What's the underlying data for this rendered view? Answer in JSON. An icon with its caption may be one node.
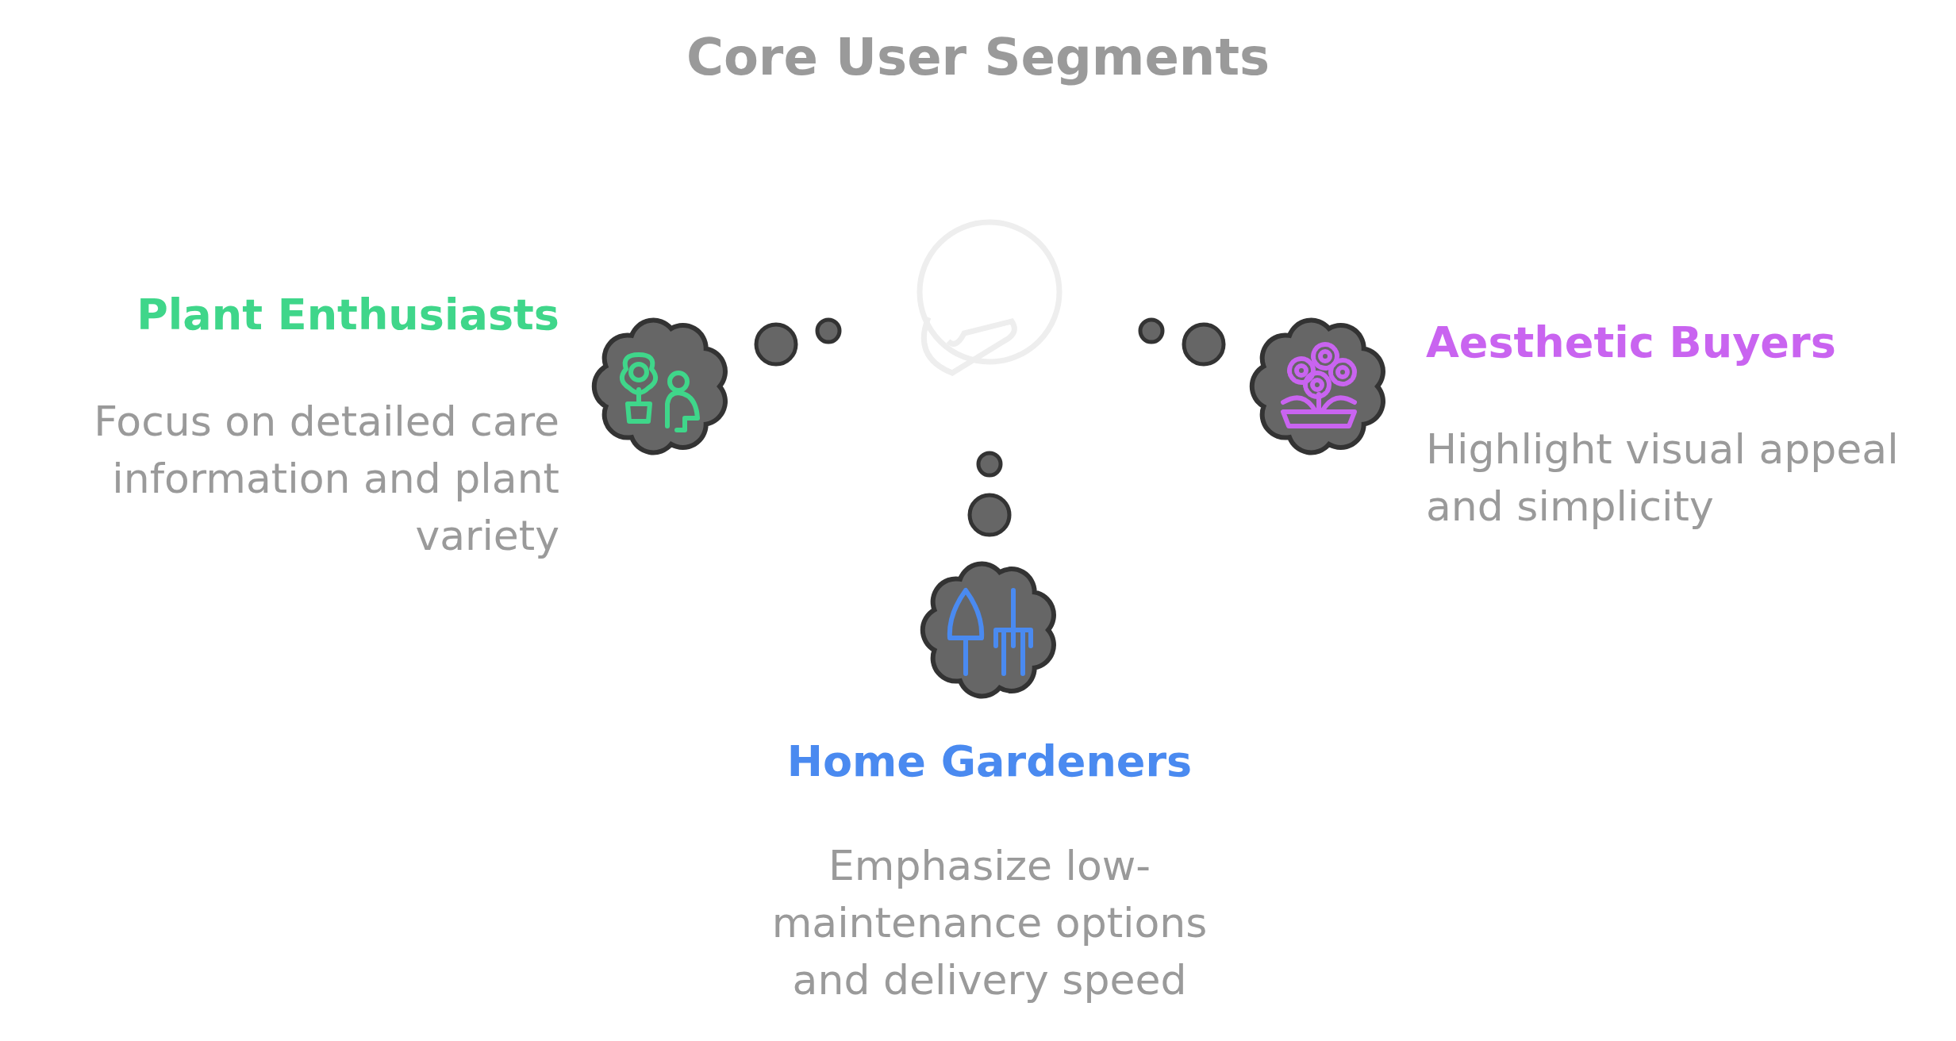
{
  "diagram": {
    "title": "Core User Segments",
    "nodes": [
      {
        "text": [],
        "shape": "cloud",
        "beside": [
          "Plant Enthusiasts",
          "Focus on detailed care information and plant variety"
        ]
      },
      {
        "text": [],
        "shape": "cloud",
        "beside": [
          "Aesthetic Buyers",
          "Highlight visual appeal and simplicity"
        ]
      },
      {
        "text": [],
        "shape": "cloud",
        "beside": [
          "Home Gardeners",
          "Emphasize low-maintenance options and delivery speed"
        ]
      }
    ],
    "edges": []
  }
}
